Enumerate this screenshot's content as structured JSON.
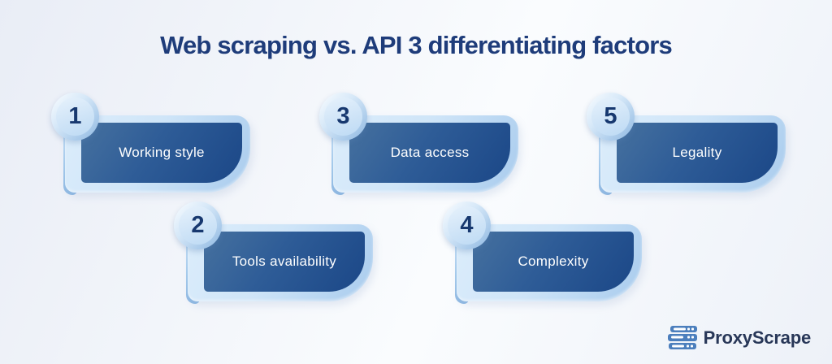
{
  "title": "Web scraping vs. API 3 differentiating factors",
  "cards": [
    {
      "number": "1",
      "label": "Working style"
    },
    {
      "number": "2",
      "label": "Tools availability"
    },
    {
      "number": "3",
      "label": "Data access"
    },
    {
      "number": "4",
      "label": "Complexity"
    },
    {
      "number": "5",
      "label": "Legality"
    }
  ],
  "logo": {
    "text": "ProxyScrape",
    "icon": "server-stack-icon"
  },
  "colors": {
    "title_navy": "#1e3c7a",
    "banner_dark_start": "#46719f",
    "banner_dark_end": "#1b4787",
    "banner_light": "#cde3f8",
    "badge_fill": "#cfe4f7",
    "number_navy": "#17386f",
    "label_white": "#ffffff",
    "logo_blue": "#4c7fbd",
    "logo_text_navy": "#283758",
    "background_start": "#e9edf6",
    "background_end": "#eef1f8"
  }
}
